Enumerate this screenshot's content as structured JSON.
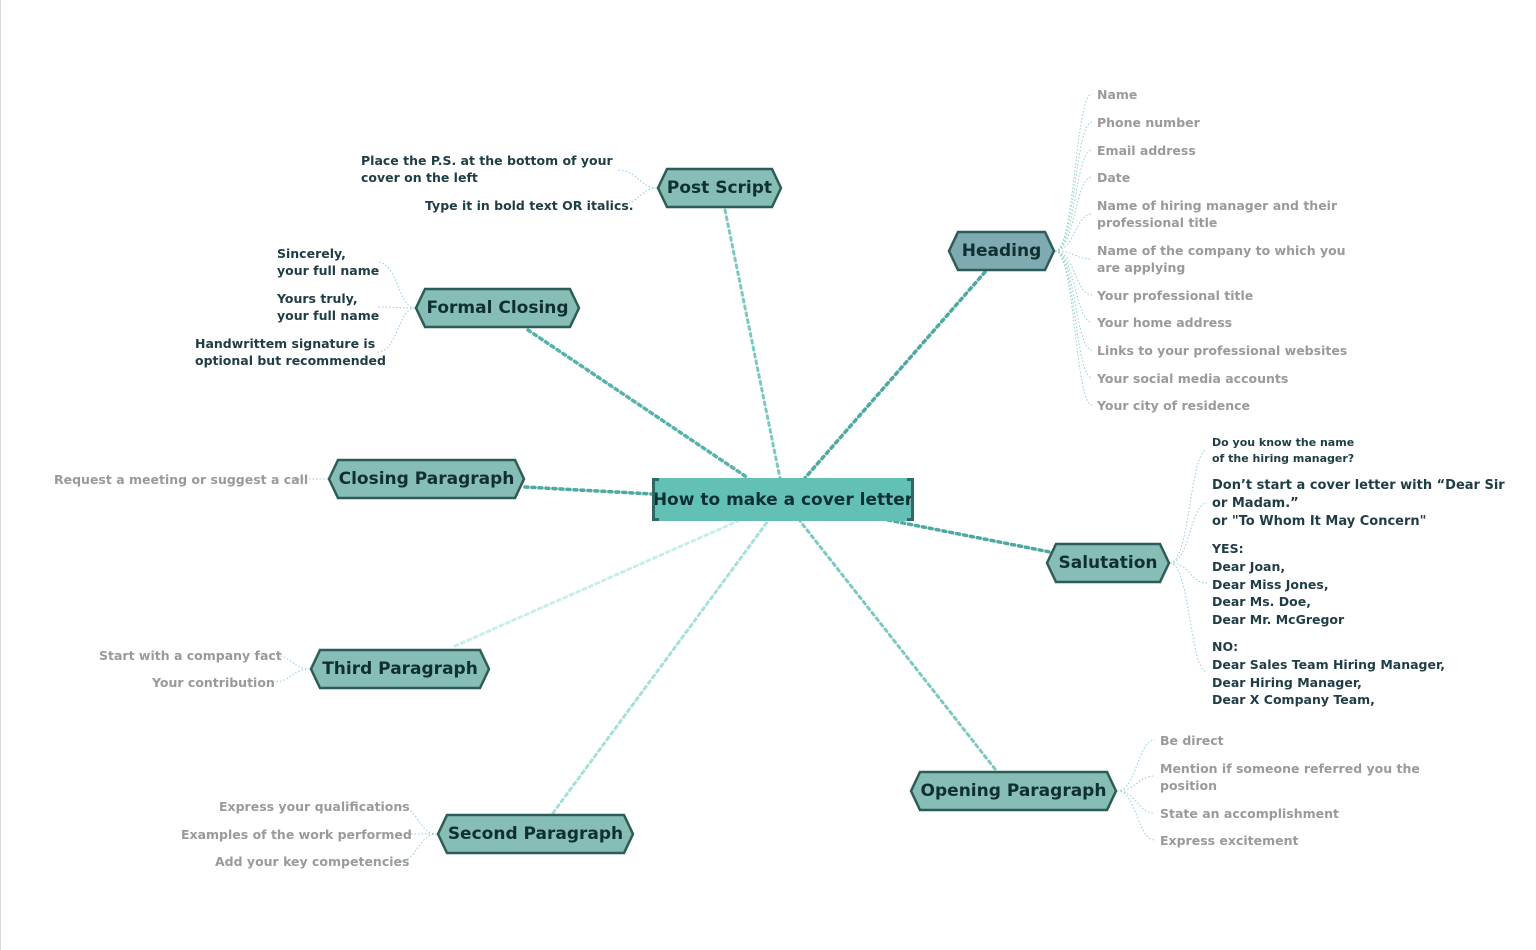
{
  "central": "How to make a cover letter",
  "topics": {
    "post_script": "Post Script",
    "heading": "Heading",
    "formal_closing": "Formal Closing",
    "closing_paragraph": "Closing Paragraph",
    "salutation": "Salutation",
    "third_paragraph": "Third Paragraph",
    "opening_paragraph": "Opening Paragraph",
    "second_paragraph": "Second Paragraph"
  },
  "post_script": [
    "Place the P.S. at the bottom of your",
    "cover on the left",
    "Type it in bold text OR italics."
  ],
  "heading": [
    "Name",
    "Phone number",
    "Email address",
    "Date",
    "Name of hiring manager and their",
    "professional title",
    "Name of the company to which you",
    "are applying",
    "Your professional title",
    "Your home address",
    "Links to your professional websites",
    "Your social media accounts",
    "Your city of residence"
  ],
  "formal_closing": [
    "Sincerely,",
    "your full name",
    "Yours truly,",
    "your full name",
    "Handwrittem signature is",
    "optional but recommended"
  ],
  "closing_paragraph": [
    "Request a meeting or suggest a call"
  ],
  "salutation": [
    "Do you know the name",
    "of the hiring manager?",
    "Don’t start a cover letter with “Dear Sir",
    "or Madam.”",
    "or \"To Whom It May Concern\"",
    "YES:",
    "Dear Joan,",
    "Dear Miss Jones,",
    "Dear Ms. Doe,",
    "Dear Mr. McGregor",
    "NO:",
    "Dear Sales Team Hiring Manager,",
    "Dear Hiring Manager,",
    "Dear X Company Team,"
  ],
  "third_paragraph": [
    "Start with a company fact",
    "Your contribution"
  ],
  "opening_paragraph": [
    "Be direct",
    "Mention if someone referred you the",
    "position",
    "State an accomplishment",
    "Express excitement"
  ],
  "second_paragraph": [
    "Express your qualifications",
    "Examples of the work performed",
    "Add your key competencies"
  ],
  "colors": {
    "topic_fill": "#86beb6",
    "heading_fill": "#80aab2",
    "topic_edge": "#2d5c58",
    "central_fill": "#62c0b5",
    "branch_line": "#5ebdb4",
    "leaf_dark": "#1f3d44",
    "leaf_grey": "#9a9a9a"
  }
}
